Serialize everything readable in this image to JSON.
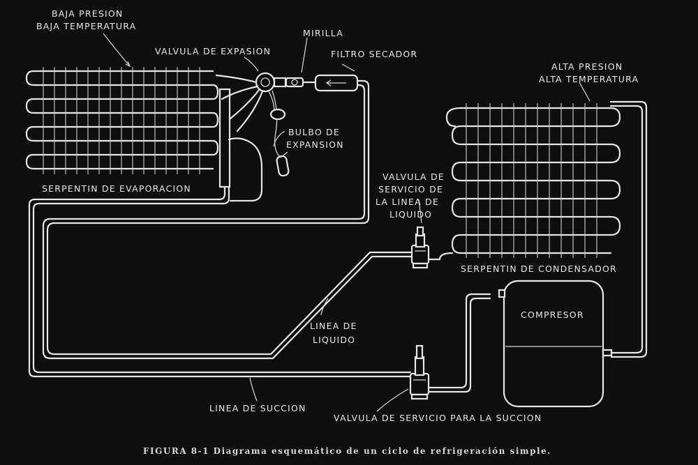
{
  "labels": {
    "low_pressure_l1": "BAJA PRESION",
    "low_pressure_l2": "BAJA TEMPERATURA",
    "expansion_valve": "VALVULA DE EXPASION",
    "sight_glass": "MIRILLA",
    "filter_drier": "FILTRO SECADOR",
    "high_pressure_l1": "ALTA PRESION",
    "high_pressure_l2": "ALTA TEMPERATURA",
    "expansion_bulb_l1": "BULBO DE",
    "expansion_bulb_l2": "EXPANSION",
    "evaporator_coil": "SERPENTIN DE EVAPORACION",
    "liquid_service_valve_l1": "VALVULA DE",
    "liquid_service_valve_l2": "SERVICIO DE",
    "liquid_service_valve_l3": "LA LINEA DE",
    "liquid_service_valve_l4": "LIQUIDO",
    "condenser_coil": "SERPENTIN DE CONDENSADOR",
    "compressor": "COMPRESOR",
    "liquid_line_l1": "LINEA DE",
    "liquid_line_l2": "LIQUIDO",
    "suction_line": "LINEA DE SUCCION",
    "suction_service_valve": "VALVULA DE SERVICIO PARA LA SUCCION"
  },
  "caption": "FIGURA 8-1 Diagrama esquemático de un ciclo de refrigeración simple.",
  "colors": {
    "background": "#0e0e0e",
    "line": "#e6e6e6",
    "text": "#e8e8e8"
  }
}
